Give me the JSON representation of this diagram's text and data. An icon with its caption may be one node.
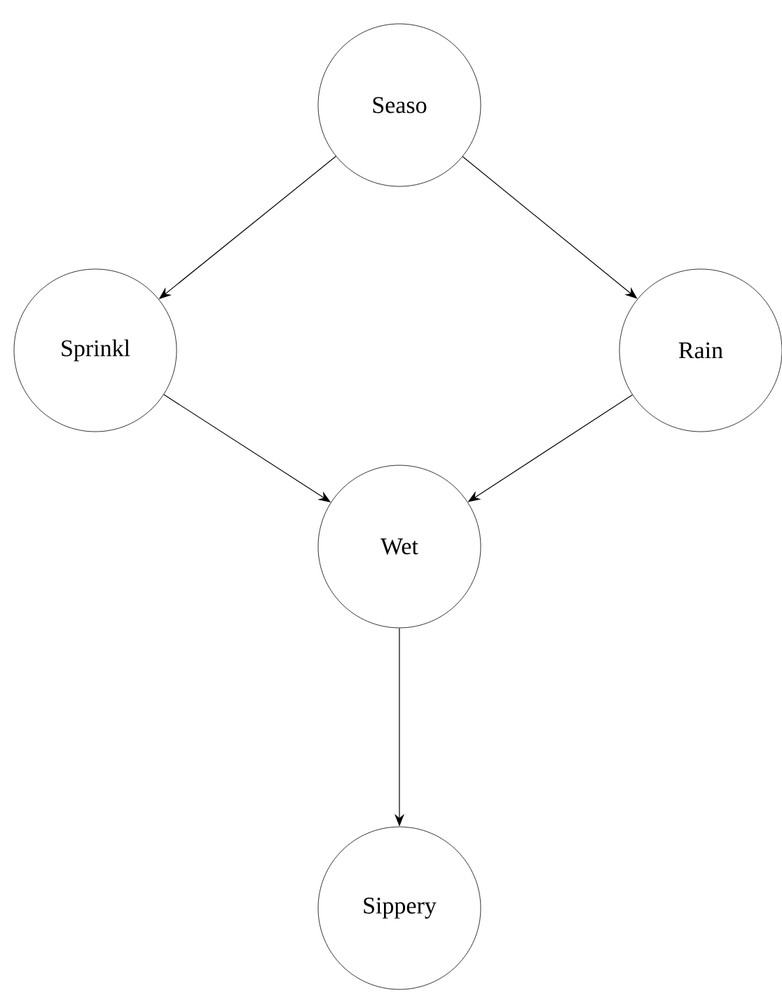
{
  "diagram": {
    "nodes": [
      {
        "text": [
          "Seaso"
        ]
      },
      {
        "text": [
          "Sprinkl"
        ]
      },
      {
        "text": [
          "Rain"
        ]
      },
      {
        "text": [
          "Wet"
        ]
      },
      {
        "text": [
          "Sippery"
        ]
      }
    ],
    "edges": [
      {
        "from": 0,
        "to": 1,
        "arrow": "to"
      },
      {
        "from": 0,
        "to": 2,
        "arrow": "to"
      },
      {
        "from": 1,
        "to": 3,
        "arrow": "to"
      },
      {
        "from": 2,
        "to": 3,
        "arrow": "to"
      },
      {
        "from": 3,
        "to": 4,
        "arrow": "to"
      }
    ]
  }
}
